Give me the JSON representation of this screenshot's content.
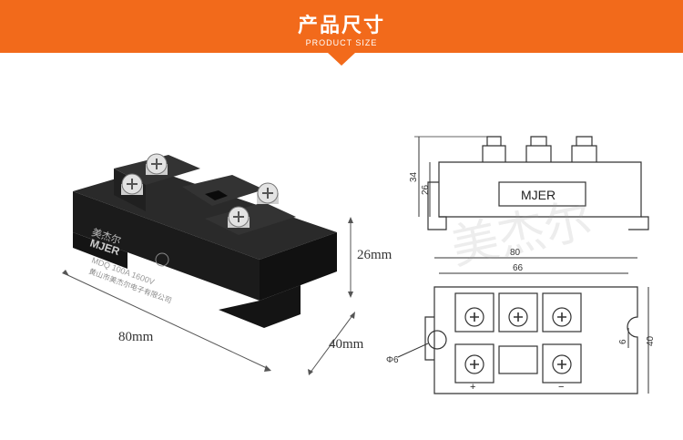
{
  "header": {
    "title_cn": "产品尺寸",
    "title_en": "PRODUCT SIZE",
    "color": "#f26a1b"
  },
  "photo": {
    "brand_cn": "美杰尔",
    "brand_en": "MJER",
    "model_line": "MDQ 100A 1600V",
    "maker_line": "黄山市美杰尔电子有限公司",
    "dim_height": "26mm",
    "dim_length": "80mm",
    "dim_depth": "40mm"
  },
  "drawing": {
    "side_label": "MJER",
    "dim_34": "34",
    "dim_26": "26",
    "dim_80": "80",
    "dim_66": "66",
    "dim_40": "40",
    "dim_6": "6",
    "hole_label": "Φ6",
    "plus": "+",
    "minus": "−"
  },
  "watermark": "美杰尔"
}
